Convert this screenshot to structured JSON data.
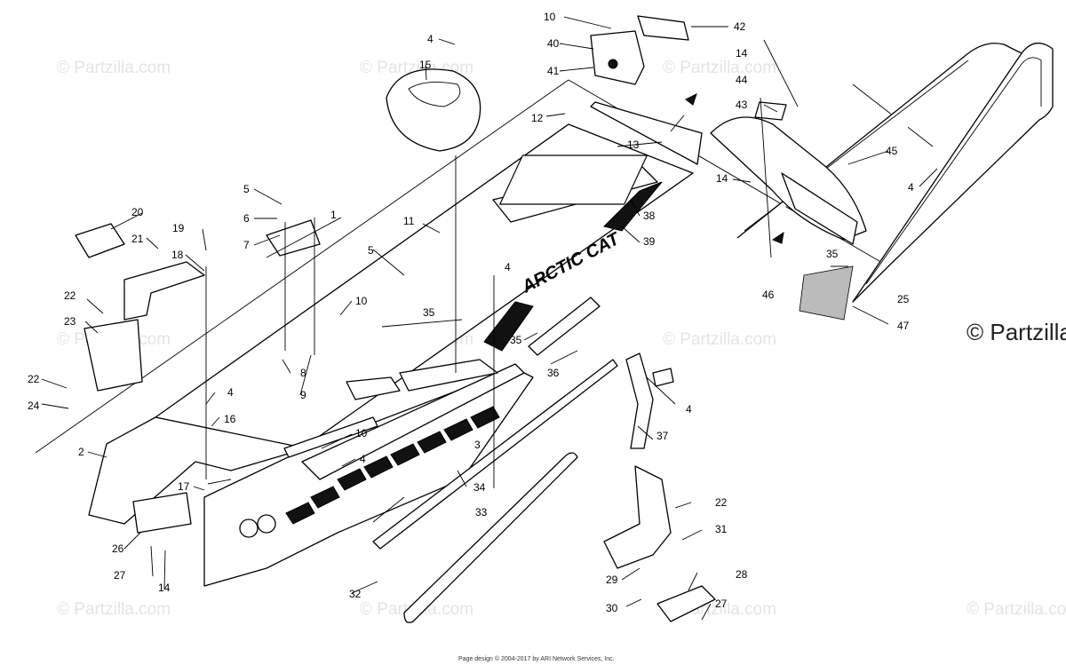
{
  "watermark_text": "© Partzilla.com",
  "copyright_text": "© Partzilla",
  "footer_text": "Page design © 2004-2017 by ARI Network Services, Inc.",
  "decal_text": "ARCTIC CAT",
  "callouts": [
    "1",
    "2",
    "3",
    "4",
    "5",
    "6",
    "7",
    "8",
    "9",
    "10",
    "11",
    "12",
    "13",
    "14",
    "15",
    "16",
    "17",
    "18",
    "19",
    "20",
    "21",
    "22",
    "23",
    "24",
    "25",
    "26",
    "27",
    "28",
    "29",
    "30",
    "31",
    "32",
    "33",
    "34",
    "35",
    "36",
    "37",
    "38",
    "39",
    "40",
    "41",
    "42",
    "43",
    "44",
    "45",
    "46",
    "47"
  ]
}
